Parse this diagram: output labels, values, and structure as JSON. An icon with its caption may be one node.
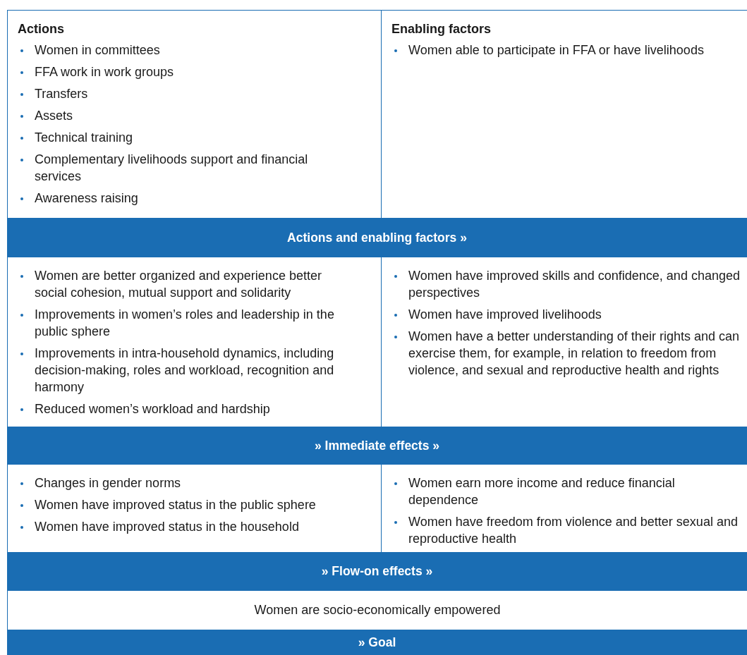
{
  "diagram": {
    "nodes": [
      {
        "text": [
          "Actions",
          "Women in committees",
          "FFA work in work groups",
          "Transfers",
          "Assets",
          "Technical training",
          "Complementary livelihoods support and financial services",
          "Awareness raising"
        ]
      },
      {
        "text": [
          "Enabling factors",
          "Women able to participate in FFA or have livelihoods"
        ]
      },
      {
        "text": [
          "Actions and enabling factors »"
        ]
      },
      {
        "text": [
          "Women are better organized and experience better social cohesion, mutual support and solidarity",
          "Improvements in women’s roles and leadership in the public sphere",
          "Improvements in intra-household dynamics, including decision-making, roles and workload, recognition and harmony",
          "Reduced women’s workload and hardship"
        ]
      },
      {
        "text": [
          "Women have improved skills and confidence, and changed perspectives",
          "Women have improved livelihoods",
          "Women have a better understanding of their rights and can exercise them, for example, in relation to freedom from violence, and sexual and reproductive health and rights"
        ]
      },
      {
        "text": [
          "» Immediate effects »"
        ]
      },
      {
        "text": [
          "Changes in gender norms",
          "Women have improved status in the public sphere",
          "Women have improved status in the household"
        ]
      },
      {
        "text": [
          "Women earn more income and reduce financial dependence",
          "Women have freedom from violence and better sexual and reproductive health"
        ]
      },
      {
        "text": [
          "» Flow-on effects »"
        ]
      },
      {
        "text": [
          "Women are socio-economically empowered"
        ]
      },
      {
        "text": [
          "» Goal"
        ]
      }
    ]
  }
}
